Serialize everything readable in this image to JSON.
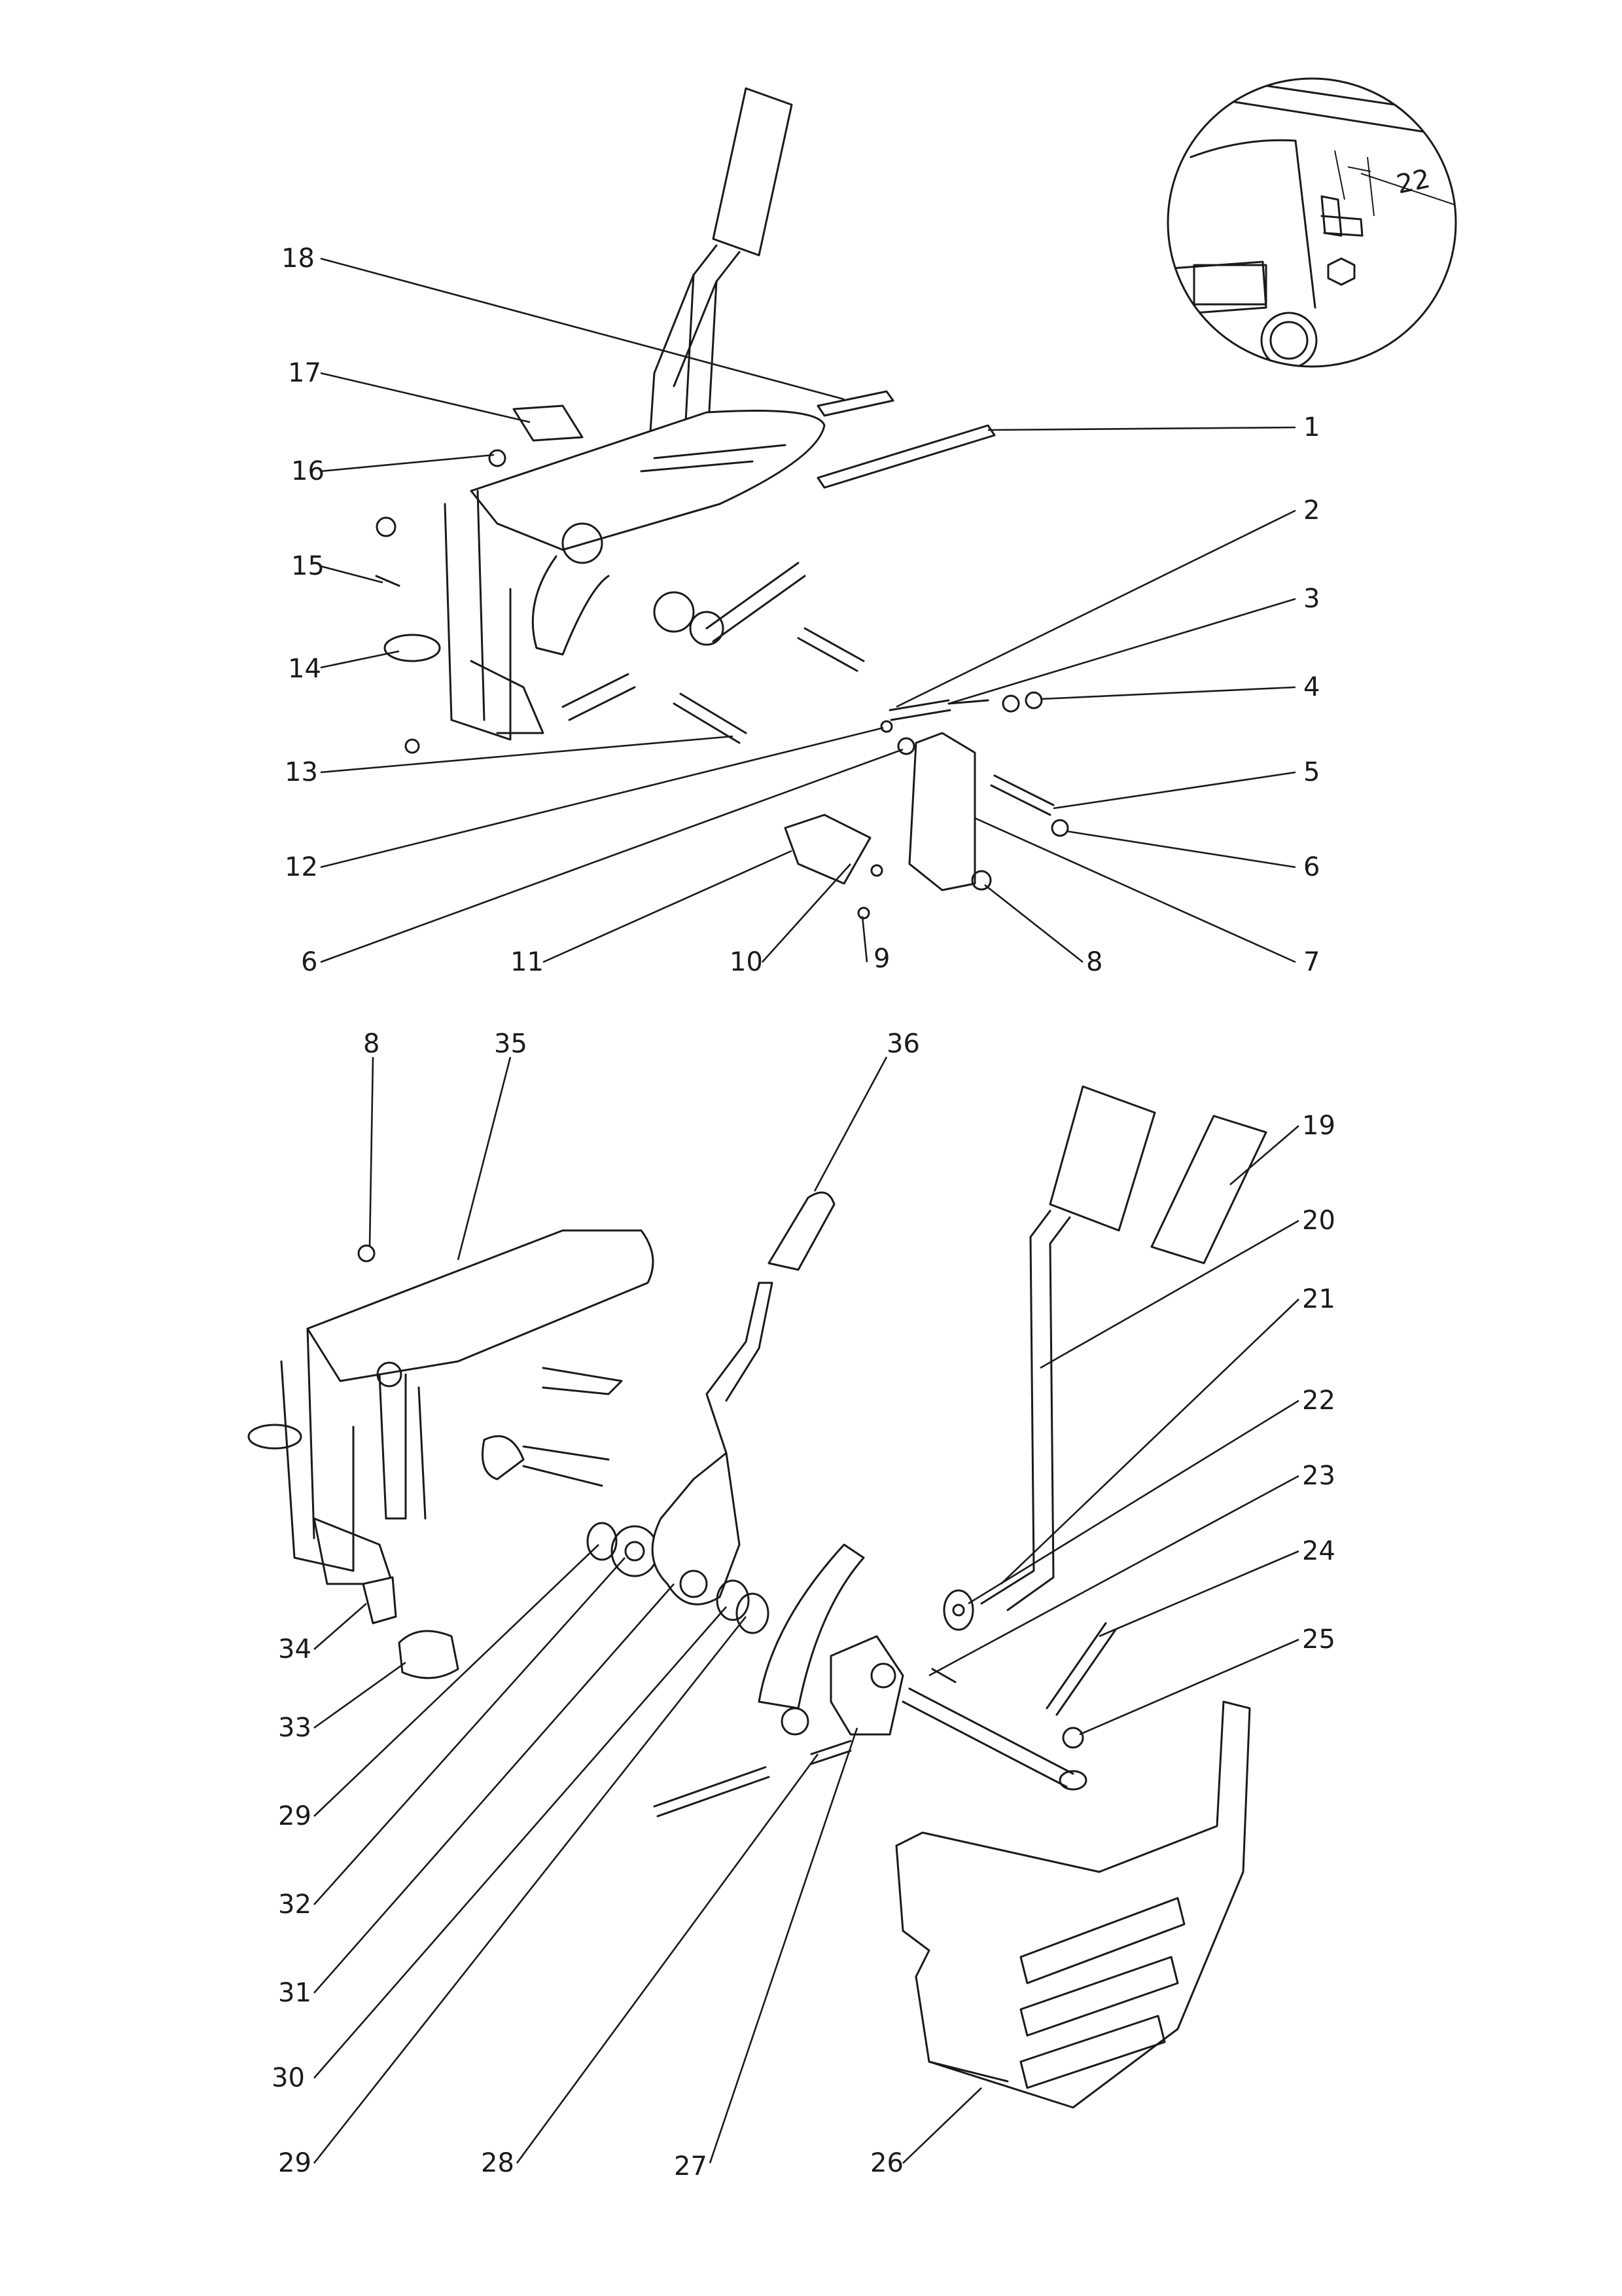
{
  "diagram": {
    "detail_view": {
      "dimension_label": "22"
    },
    "callouts": [
      {
        "id": "c1",
        "label": "1"
      },
      {
        "id": "c2",
        "label": "2"
      },
      {
        "id": "c3",
        "label": "3"
      },
      {
        "id": "c4",
        "label": "4"
      },
      {
        "id": "c5",
        "label": "5"
      },
      {
        "id": "c6a",
        "label": "6"
      },
      {
        "id": "c7",
        "label": "7"
      },
      {
        "id": "c8a",
        "label": "8"
      },
      {
        "id": "c9",
        "label": "9"
      },
      {
        "id": "c10",
        "label": "10"
      },
      {
        "id": "c11",
        "label": "11"
      },
      {
        "id": "c6b",
        "label": "6"
      },
      {
        "id": "c12",
        "label": "12"
      },
      {
        "id": "c13",
        "label": "13"
      },
      {
        "id": "c14",
        "label": "14"
      },
      {
        "id": "c15",
        "label": "15"
      },
      {
        "id": "c16",
        "label": "16"
      },
      {
        "id": "c17",
        "label": "17"
      },
      {
        "id": "c18",
        "label": "18"
      },
      {
        "id": "c8b",
        "label": "8"
      },
      {
        "id": "c35",
        "label": "35"
      },
      {
        "id": "c36",
        "label": "36"
      },
      {
        "id": "c19",
        "label": "19"
      },
      {
        "id": "c20",
        "label": "20"
      },
      {
        "id": "c21",
        "label": "21"
      },
      {
        "id": "c22",
        "label": "22"
      },
      {
        "id": "c23",
        "label": "23"
      },
      {
        "id": "c24",
        "label": "24"
      },
      {
        "id": "c25",
        "label": "25"
      },
      {
        "id": "c34",
        "label": "34"
      },
      {
        "id": "c33",
        "label": "33"
      },
      {
        "id": "c29a",
        "label": "29"
      },
      {
        "id": "c32",
        "label": "32"
      },
      {
        "id": "c31",
        "label": "31"
      },
      {
        "id": "c30",
        "label": "30"
      },
      {
        "id": "c29b",
        "label": "29"
      },
      {
        "id": "c28",
        "label": "28"
      },
      {
        "id": "c27",
        "label": "27"
      },
      {
        "id": "c26",
        "label": "26"
      }
    ]
  }
}
